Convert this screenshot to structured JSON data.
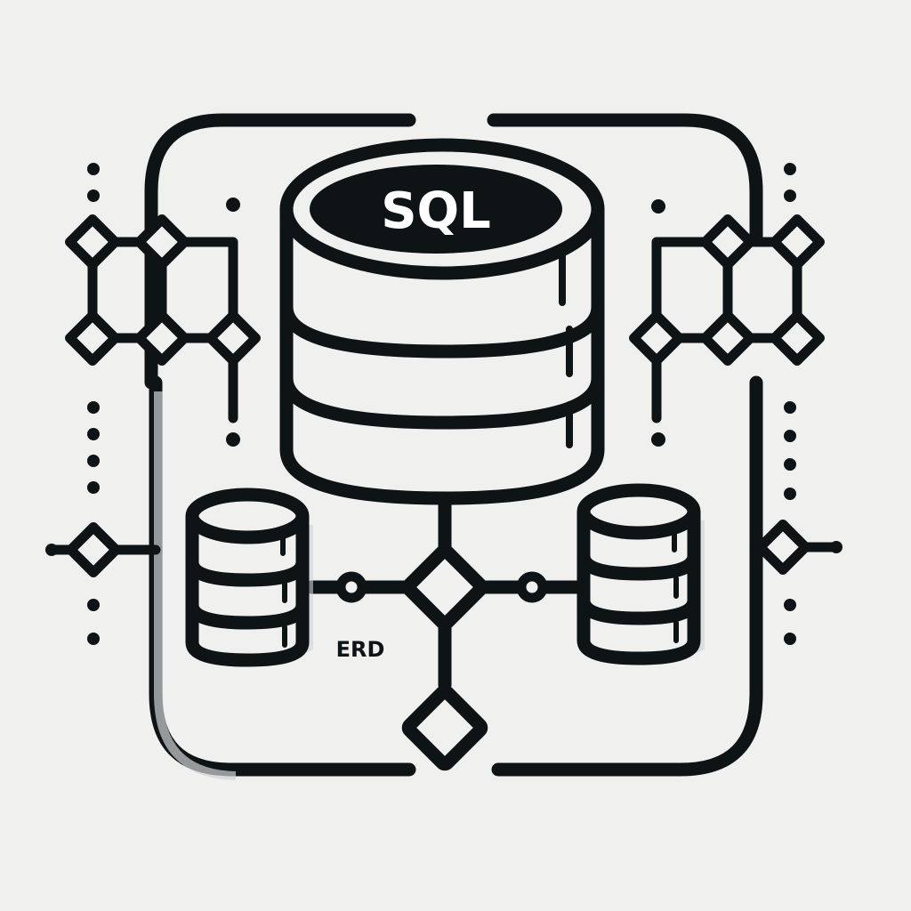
{
  "illustration": {
    "main_db_label": "SQL",
    "diagram_label": "ERD",
    "colors": {
      "background": "#f0f0ef",
      "stroke": "#0e1316",
      "fill": "#f0f0ef",
      "shadow": "#cfd3d4",
      "label_text": "#ffffff"
    },
    "icons": [
      "sql-database-icon",
      "small-database-icon-left",
      "small-database-icon-right",
      "diamond-node-icon",
      "circle-connector-icon",
      "dot-ornament-icon"
    ]
  }
}
